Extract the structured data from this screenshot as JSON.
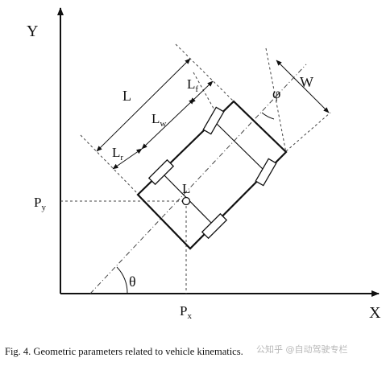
{
  "axes": {
    "y_label": "Y",
    "x_label": "X"
  },
  "labels": {
    "L": "L",
    "Lf_main": "L",
    "Lf_sub": "f",
    "Lw_main": "L",
    "Lw_sub": "w",
    "Lr_main": "L",
    "Lr_sub": "r",
    "W": "W",
    "phi": "φ",
    "theta": "θ",
    "center": "L",
    "Py_main": "P",
    "Py_sub": "y",
    "Px_main": "P",
    "Px_sub": "x"
  },
  "caption": "Fig. 4.  Geometric parameters related to vehicle kinematics.",
  "watermark": "公知乎 @自动驾驶专栏"
}
